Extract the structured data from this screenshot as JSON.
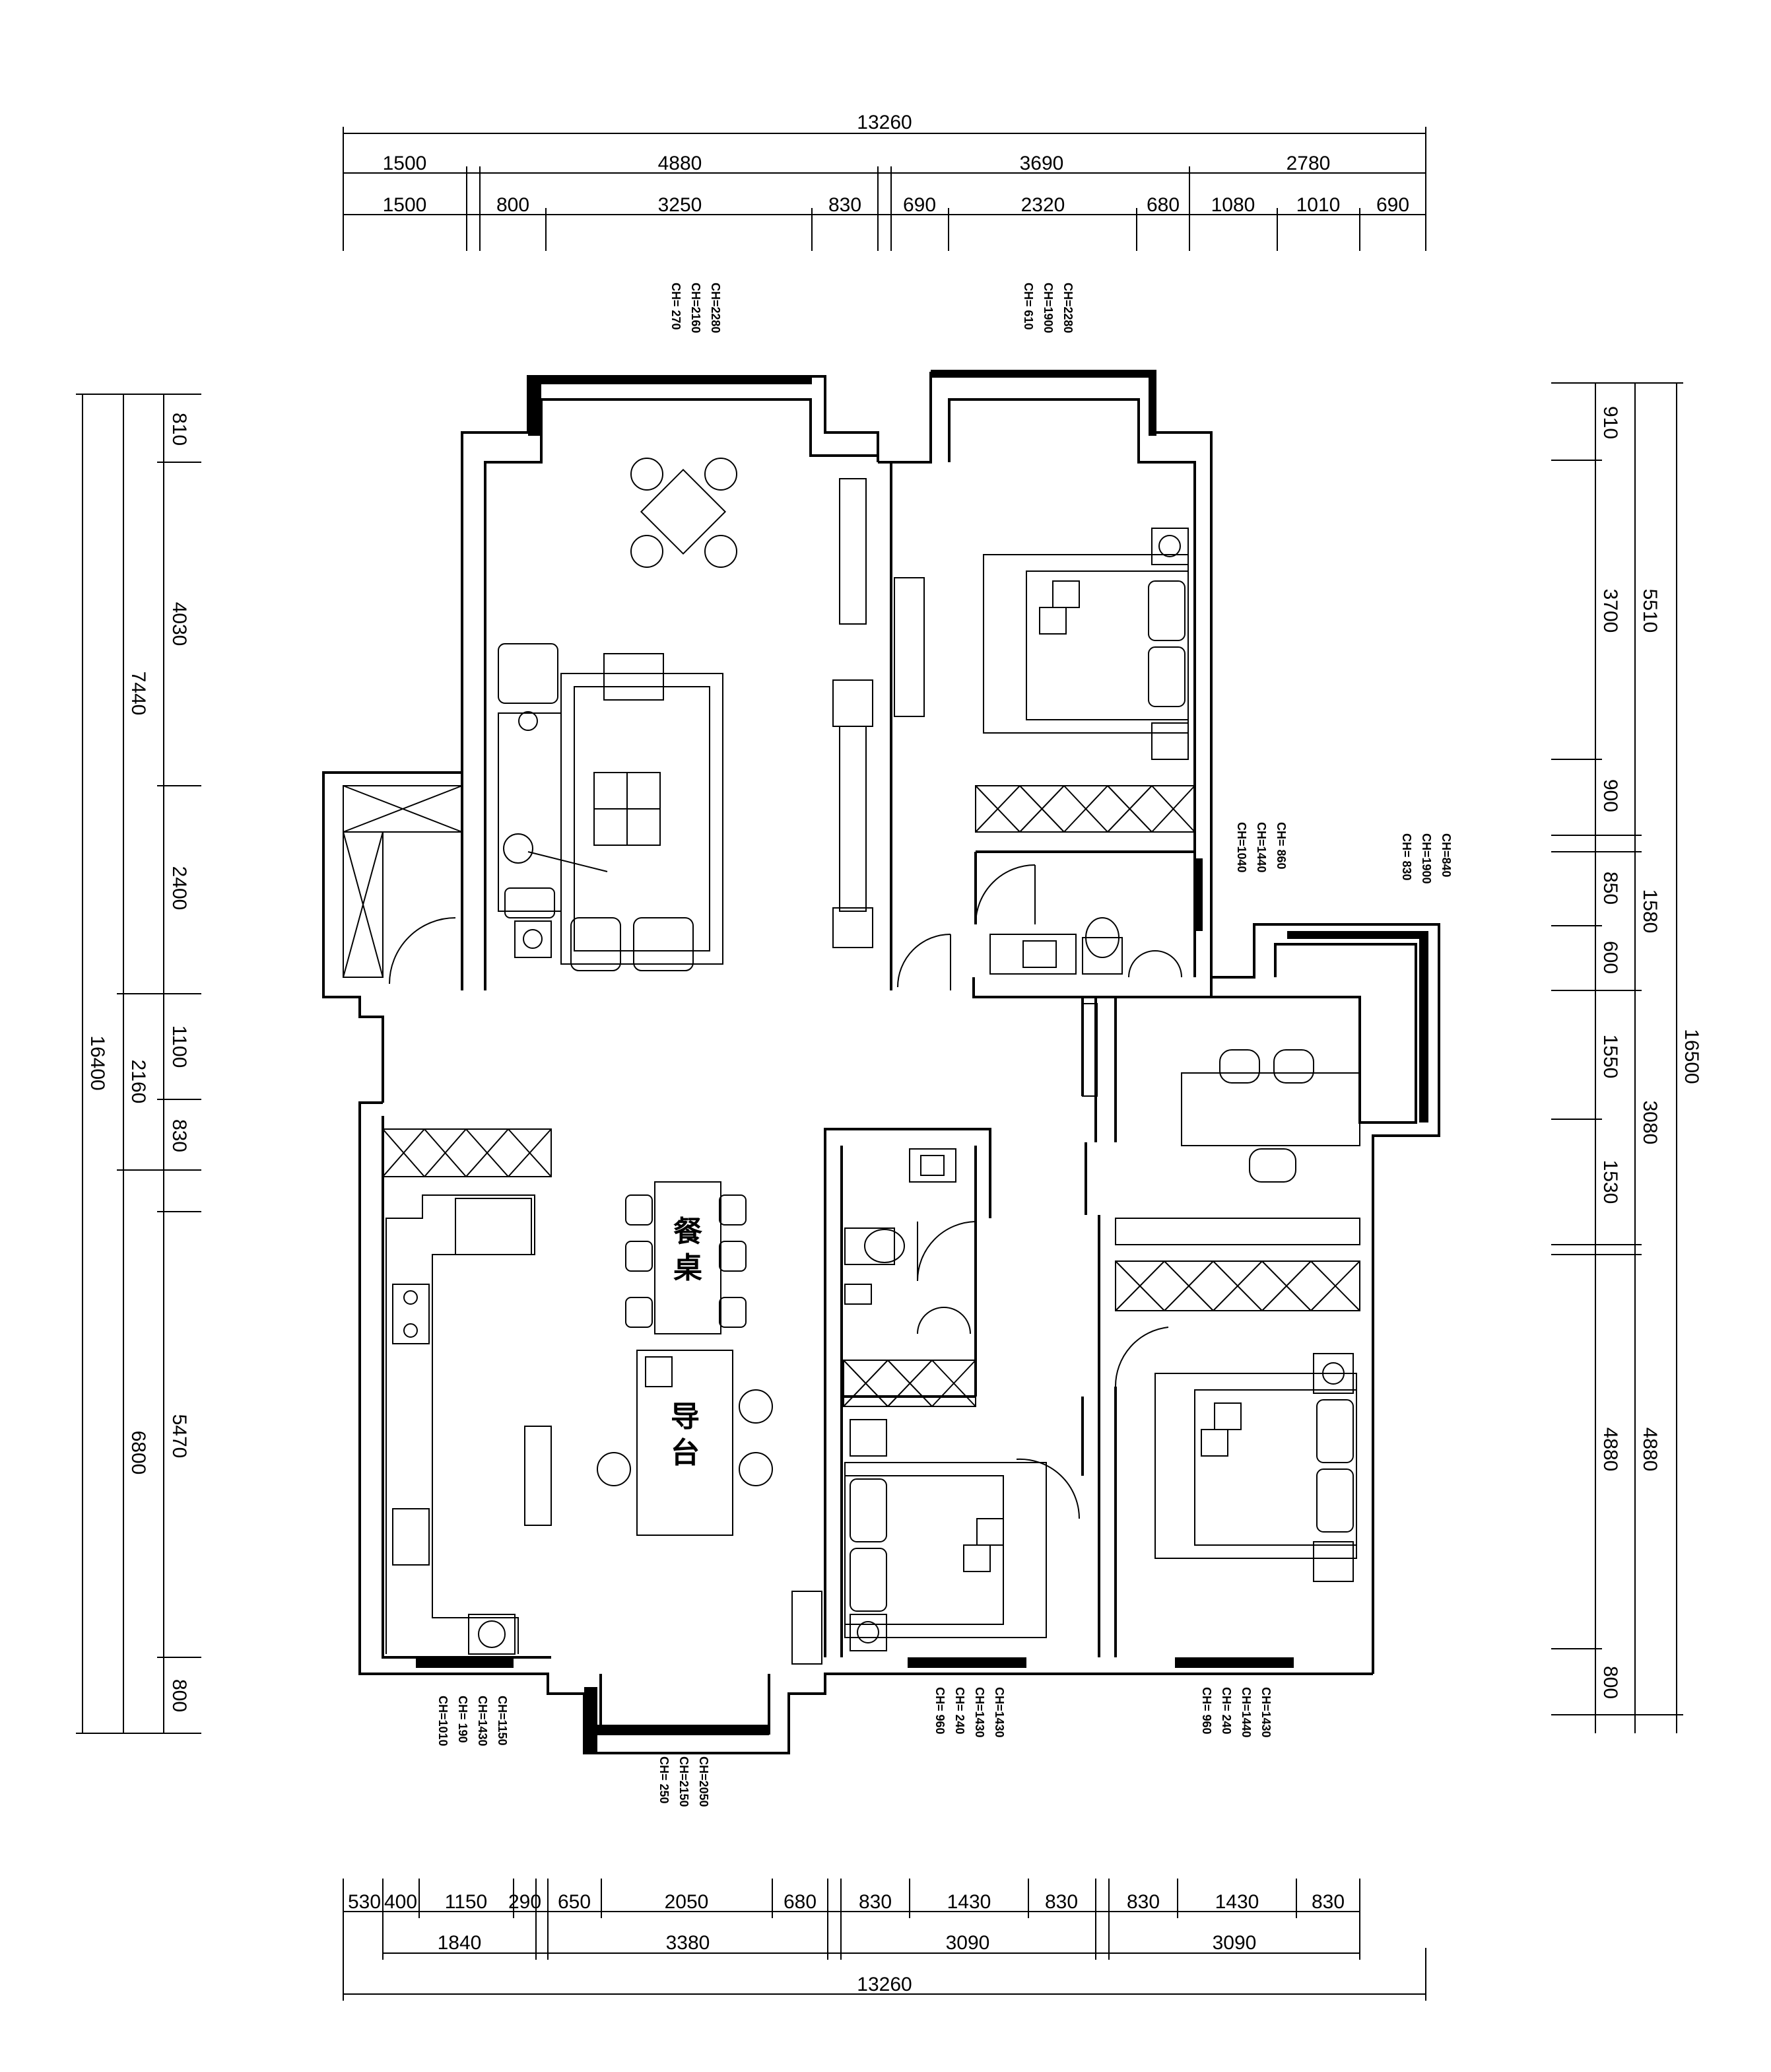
{
  "top_dims": {
    "total": "13260",
    "row1": [
      "1500",
      "4880",
      "3690",
      "2780"
    ],
    "row2": [
      "1500",
      "800",
      "3250",
      "830",
      "690",
      "2320",
      "680",
      "1080",
      "1010",
      "690"
    ]
  },
  "bottom_dims": {
    "total": "13260",
    "row1": [
      "1840",
      "3380",
      "3090",
      "3090"
    ],
    "row2": [
      "530",
      "400",
      "1150",
      "290",
      "650",
      "2050",
      "680",
      "830",
      "1430",
      "830",
      "830",
      "1430",
      "830"
    ]
  },
  "left_dims": {
    "total": "16400",
    "row1": [
      "7440",
      "2160",
      "6800"
    ],
    "row2": [
      "810",
      "4030",
      "2400",
      "1100",
      "830",
      "5470",
      "800"
    ]
  },
  "right_dims": {
    "total": "16500",
    "row1": [
      "5510",
      "1580",
      "3080",
      "4880"
    ],
    "row2": [
      "910",
      "3700",
      "900",
      "850",
      "600",
      "1550",
      "1530",
      "4880",
      "800"
    ]
  },
  "window_labels": {
    "top_living": [
      "CH=2280",
      "CH=2160",
      "CH= 270"
    ],
    "top_bedroom": [
      "CH=2280",
      "CH=1900",
      "CH= 610"
    ],
    "bath_right": [
      "CH= 860",
      "CH=1440",
      "CH=1040"
    ],
    "balcony_right": [
      "CH=840",
      "CH=1900",
      "CH= 830"
    ],
    "kitchen_bottom": [
      "CH=1150",
      "CH=1430",
      "CH= 190",
      "CH=1010"
    ],
    "living_bottom": [
      "CH=2050",
      "CH=2150",
      "CH= 250"
    ],
    "bed2_bottom": [
      "CH=1430",
      "CH=1430",
      "CH= 240",
      "CH= 960"
    ],
    "bed3_bottom": [
      "CH=1430",
      "CH=1440",
      "CH= 240",
      "CH= 960"
    ]
  },
  "rooms": {
    "dining_table": [
      "餐",
      "桌"
    ],
    "island": [
      "导",
      "台"
    ]
  }
}
